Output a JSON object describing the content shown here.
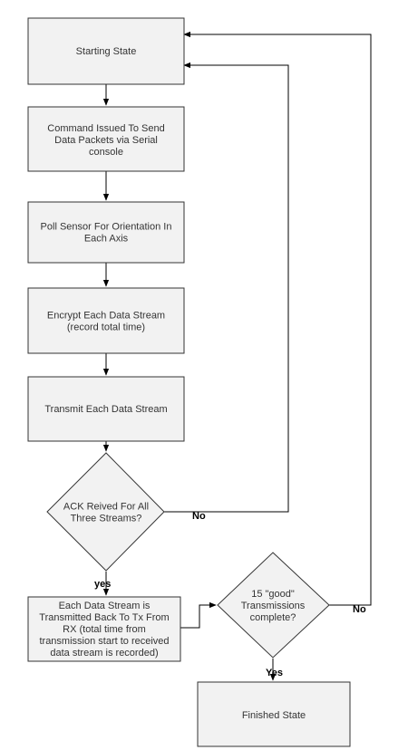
{
  "nodes": {
    "starting_state": {
      "lines": [
        "Starting State"
      ]
    },
    "command_issued": {
      "lines": [
        "Command Issued To Send",
        "Data Packets via Serial",
        "console"
      ]
    },
    "poll_sensor": {
      "lines": [
        "Poll Sensor For Orientation In",
        "Each Axis"
      ]
    },
    "encrypt": {
      "lines": [
        "Encrypt Each Data Stream",
        "(record total time)"
      ]
    },
    "transmit": {
      "lines": [
        "Transmit Each Data Stream"
      ]
    },
    "ack_decision": {
      "lines": [
        "ACK Reived For All",
        "Three Streams?"
      ]
    },
    "transmitted_back": {
      "lines": [
        "Each Data Stream is",
        "Transmitted Back To Tx From",
        "RX (total time from",
        "transmission start to received",
        "data stream is recorded)"
      ]
    },
    "good_decision": {
      "lines": [
        "15 \"good\"",
        "Transmissions",
        "complete?"
      ]
    },
    "finished_state": {
      "lines": [
        "Finished State"
      ]
    }
  },
  "edge_labels": {
    "ack_no": "No",
    "ack_yes": "yes",
    "good_no": "No",
    "good_yes": "Yes"
  },
  "colors": {
    "node_fill": "#f2f2f2",
    "node_stroke": "#333333",
    "edge": "#000000"
  }
}
